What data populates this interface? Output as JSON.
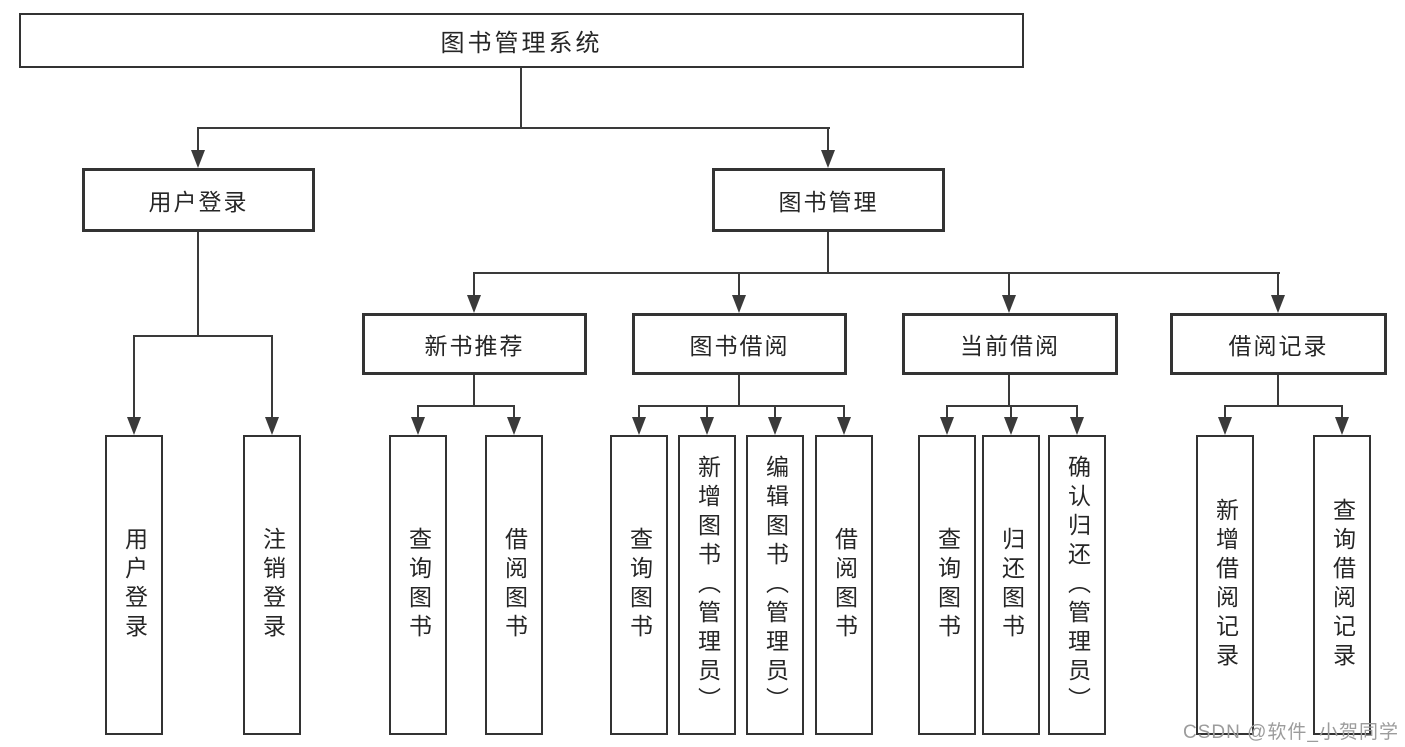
{
  "diagram": {
    "root": {
      "label": "图书管理系统"
    },
    "branches": [
      {
        "label": "用户登录",
        "children": [
          "用户登录",
          "注销登录"
        ]
      },
      {
        "label": "图书管理",
        "groups": [
          {
            "label": "新书推荐",
            "children": [
              "查询图书",
              "借阅图书"
            ]
          },
          {
            "label": "图书借阅",
            "children": [
              "查询图书",
              "新增图书（管理员）",
              "编辑图书（管理员）",
              "借阅图书"
            ]
          },
          {
            "label": "当前借阅",
            "children": [
              "查询图书",
              "归还图书",
              "确认归还（管理员）"
            ]
          },
          {
            "label": "借阅记录",
            "children": [
              "新增借阅记录",
              "查询借阅记录"
            ]
          }
        ]
      }
    ],
    "style": {
      "line_color": "#3a3a3a",
      "border_color": "#333333",
      "text_color": "#262626",
      "background": "#ffffff"
    }
  },
  "watermark": {
    "text": "CSDN @软件_小贺同学",
    "color": "#9c9c9c"
  }
}
